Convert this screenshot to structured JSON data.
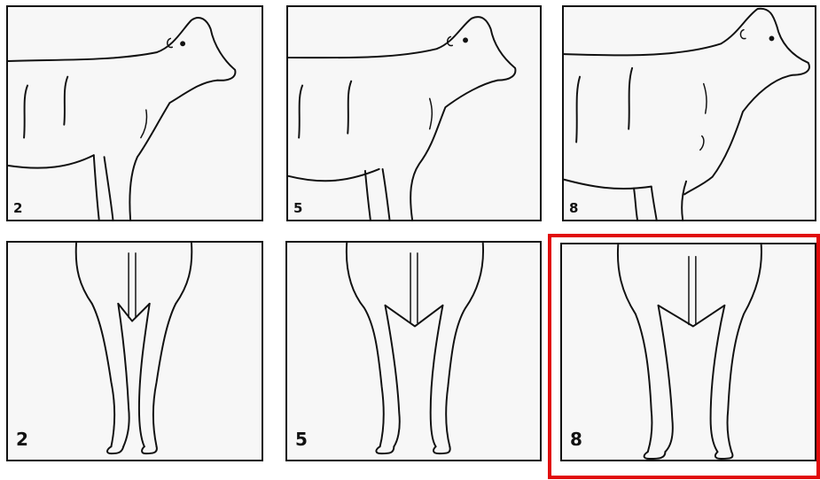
{
  "side_view_panels": [
    {
      "label": "2"
    },
    {
      "label": "5"
    },
    {
      "label": "8"
    }
  ],
  "rear_view_panels": [
    {
      "label": "2"
    },
    {
      "label": "5"
    },
    {
      "label": "8"
    }
  ],
  "highlight": {
    "target": "rear-view-panel-8",
    "color": "#e10b0b"
  },
  "colors": {
    "line": "#111111",
    "panel_background": "#f7f7f7",
    "page_background": "#ffffff"
  }
}
